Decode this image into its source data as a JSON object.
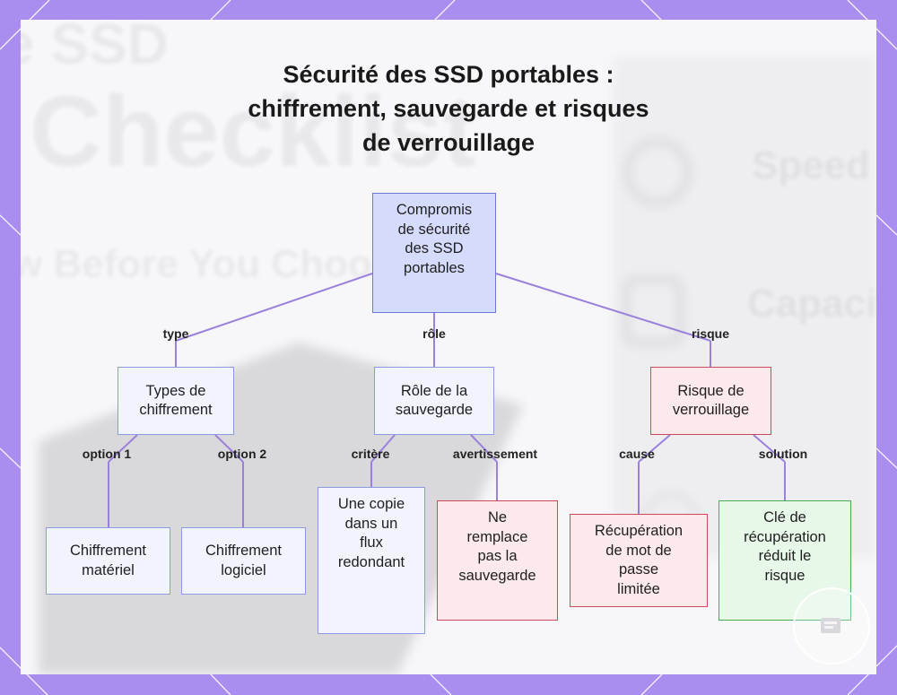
{
  "title_lines": [
    "Sécurité des SSD portables :",
    "chiffrement, sauvegarde et risques",
    "de verrouillage"
  ],
  "background_text": [
    "e SSD",
    "Checklist",
    "w Before You Choose",
    "Speed",
    "Capacit"
  ],
  "nodes": {
    "root": {
      "lines": [
        "Compromis",
        "de sécurité",
        "des SSD",
        "portables"
      ]
    },
    "types": {
      "lines": [
        "Types de",
        "chiffrement"
      ]
    },
    "role": {
      "lines": [
        "Rôle de la",
        "sauvegarde"
      ]
    },
    "risque": {
      "lines": [
        "Risque de",
        "verrouillage"
      ]
    },
    "materiel": {
      "lines": [
        "Chiffrement",
        "matériel"
      ]
    },
    "logiciel": {
      "lines": [
        "Chiffrement",
        "logiciel"
      ]
    },
    "copie": {
      "lines": [
        "Une copie",
        "dans un",
        "flux",
        "redondant"
      ]
    },
    "remplace": {
      "lines": [
        "Ne",
        "remplace",
        "pas la",
        "sauvegarde"
      ]
    },
    "recuperation": {
      "lines": [
        "Récupération",
        "de mot de",
        "passe",
        "limitée"
      ]
    },
    "cle": {
      "lines": [
        "Clé de",
        "récupération",
        "réduit le",
        "risque"
      ]
    }
  },
  "edge_labels": {
    "type": "type",
    "role": "rôle",
    "risque": "risque",
    "option1": "option 1",
    "option2": "option 2",
    "critere": "critère",
    "avertissement": "avertissement",
    "cause": "cause",
    "solution": "solution"
  },
  "colors": {
    "frame": "#a98ef0",
    "edge": "#9b80dc",
    "root_fill": "#d5dbfb",
    "blue_border": "#8d9ae0",
    "red_border": "#d0485a",
    "green_border": "#4aae57"
  }
}
